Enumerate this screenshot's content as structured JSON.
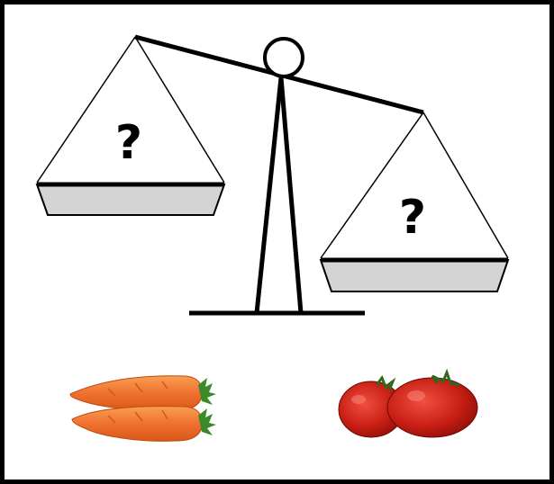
{
  "scale": {
    "left_pan": {
      "label": "?"
    },
    "right_pan": {
      "label": "?"
    },
    "tilt": "right-side-lower"
  },
  "items": [
    {
      "name": "carrots",
      "count": 2,
      "side": "left",
      "color": "#F07030"
    },
    {
      "name": "tomatoes",
      "count": 2,
      "side": "right",
      "color": "#C81E14"
    }
  ],
  "colors": {
    "outline": "#000000",
    "pan_fill": "#D4D4D4",
    "background": "#FFFFFF",
    "carrot_leaf": "#3A8A2A"
  }
}
